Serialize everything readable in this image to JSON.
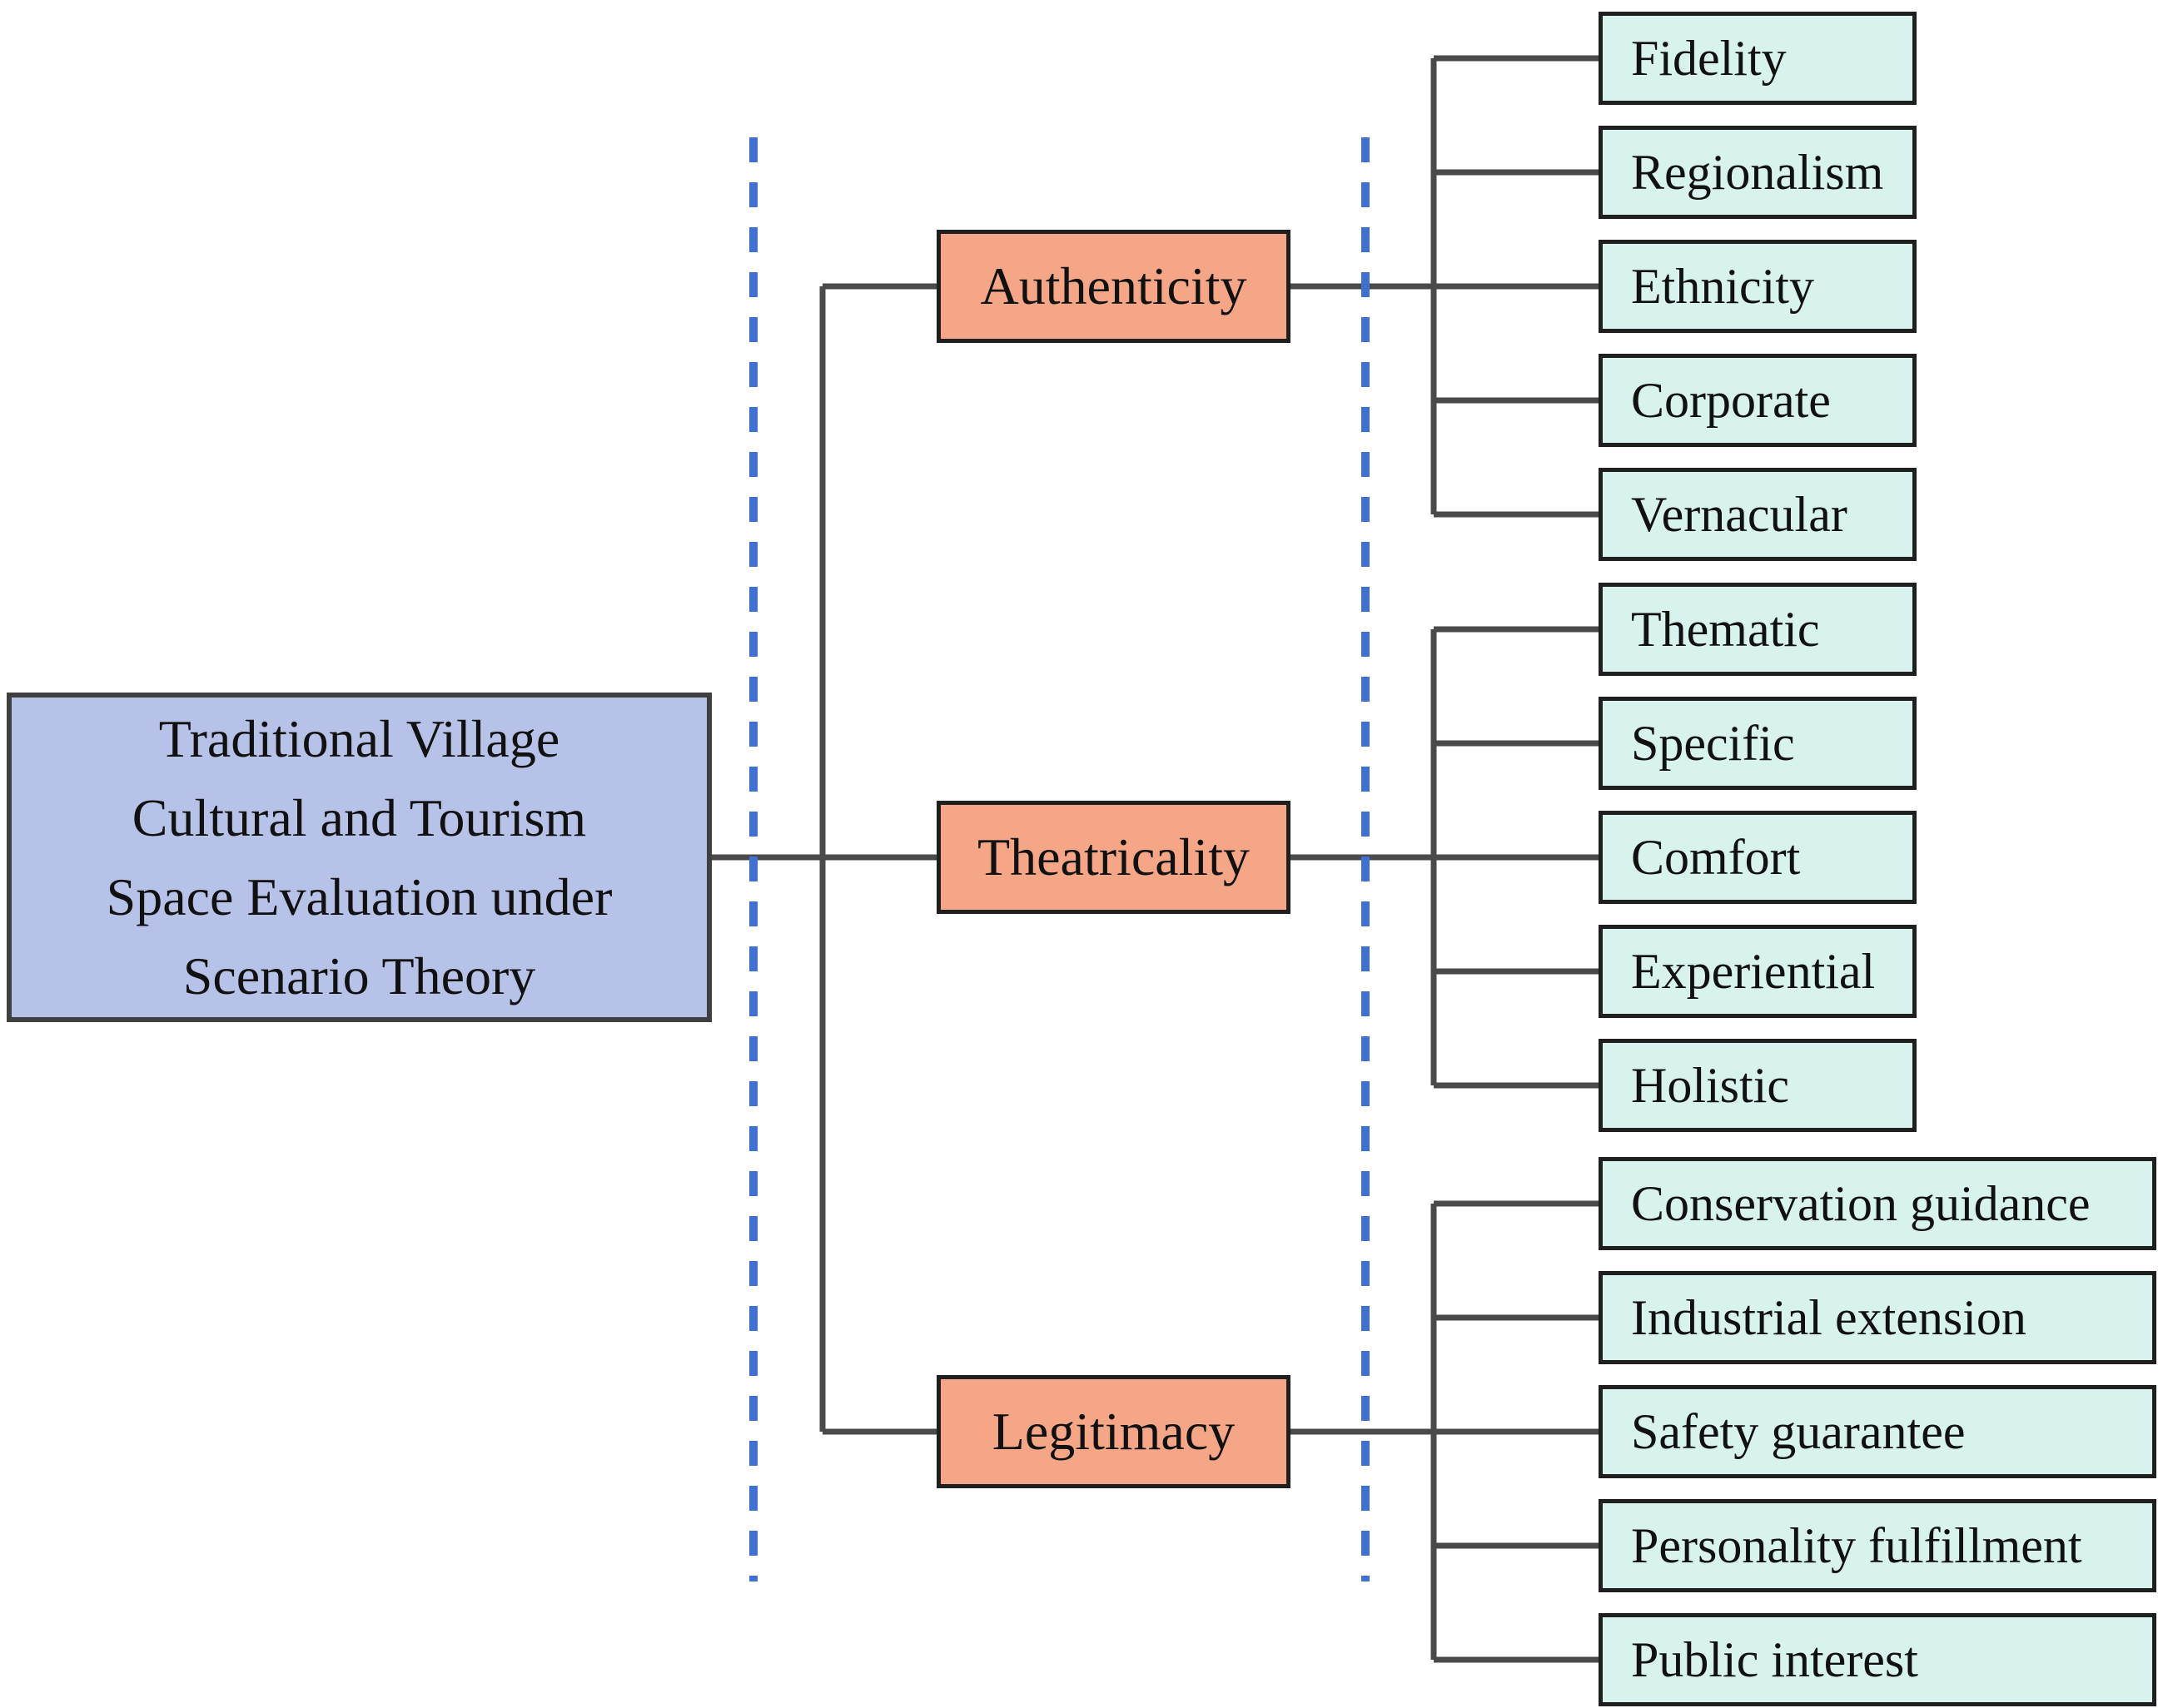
{
  "figure": {
    "root": {
      "label": "Traditional Village Cultural and Tourism Space Evaluation under Scenario Theory",
      "lines": [
        "Traditional Village",
        "Cultural and Tourism",
        "Space Evaluation under",
        "Scenario Theory"
      ]
    },
    "groups": [
      {
        "label": "Authenticity",
        "children": [
          "Fidelity",
          "Regionalism",
          "Ethnicity",
          "Corporate",
          "Vernacular"
        ]
      },
      {
        "label": "Theatricality",
        "children": [
          "Thematic",
          "Specific",
          "Comfort",
          "Experiential",
          "Holistic"
        ]
      },
      {
        "label": "Legitimacy",
        "children": [
          "Conservation guidance",
          "Industrial extension",
          "Safety guarantee",
          "Personality fulfillment",
          "Public interest"
        ]
      }
    ],
    "colors": {
      "root_fill": "#b6c2e7",
      "branch_fill": "#f4a687",
      "leaf_fill": "#d8f2ee",
      "dashed_divider": "#4070d0",
      "connector_line": "#4a4a4a",
      "border": "#1f1f1f"
    }
  }
}
